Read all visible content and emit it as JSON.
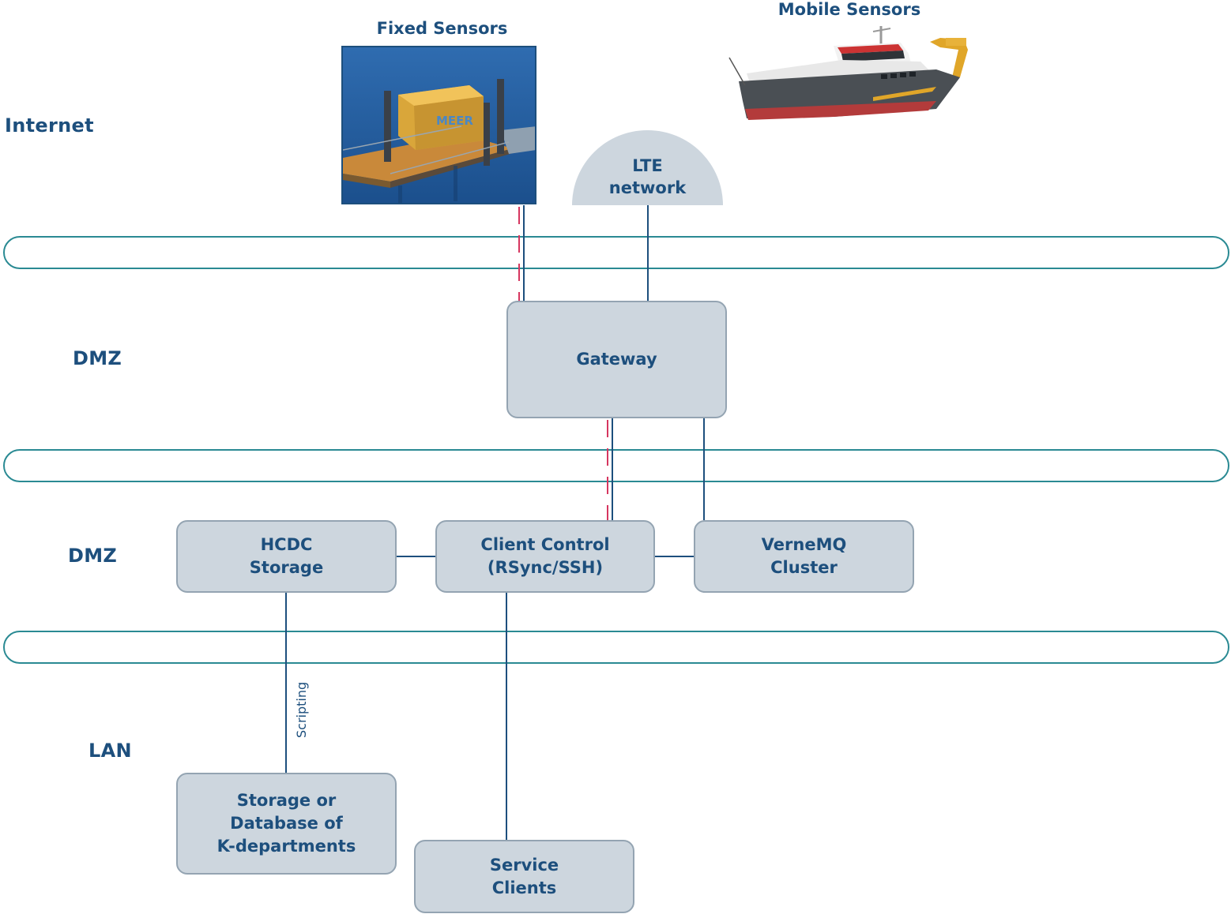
{
  "zones": {
    "internet": "Internet",
    "dmz_upper": "DMZ",
    "dmz_lower": "DMZ",
    "lan": "LAN"
  },
  "sources": {
    "fixed_sensors": "Fixed Sensors",
    "mobile_sensors": "Mobile Sensors",
    "lte_network": "LTE\nnetwork"
  },
  "nodes": {
    "gateway": "Gateway",
    "hcdc_storage": "HCDC\nStorage",
    "client_control": "Client Control\n(RSync/SSH)",
    "vernemq_cluster": "VerneMQ\nCluster",
    "k_departments_storage": "Storage or\nDatabase of\nK-departments",
    "service_clients": "Service\nClients"
  },
  "edge_labels": {
    "scripting": "Scripting"
  },
  "colors": {
    "node_fill": "#cdd6de",
    "node_border": "#94a4b2",
    "text": "#1d4f7d",
    "firewall_band": "#2a8a93",
    "dashed_link": "#d6365f"
  }
}
